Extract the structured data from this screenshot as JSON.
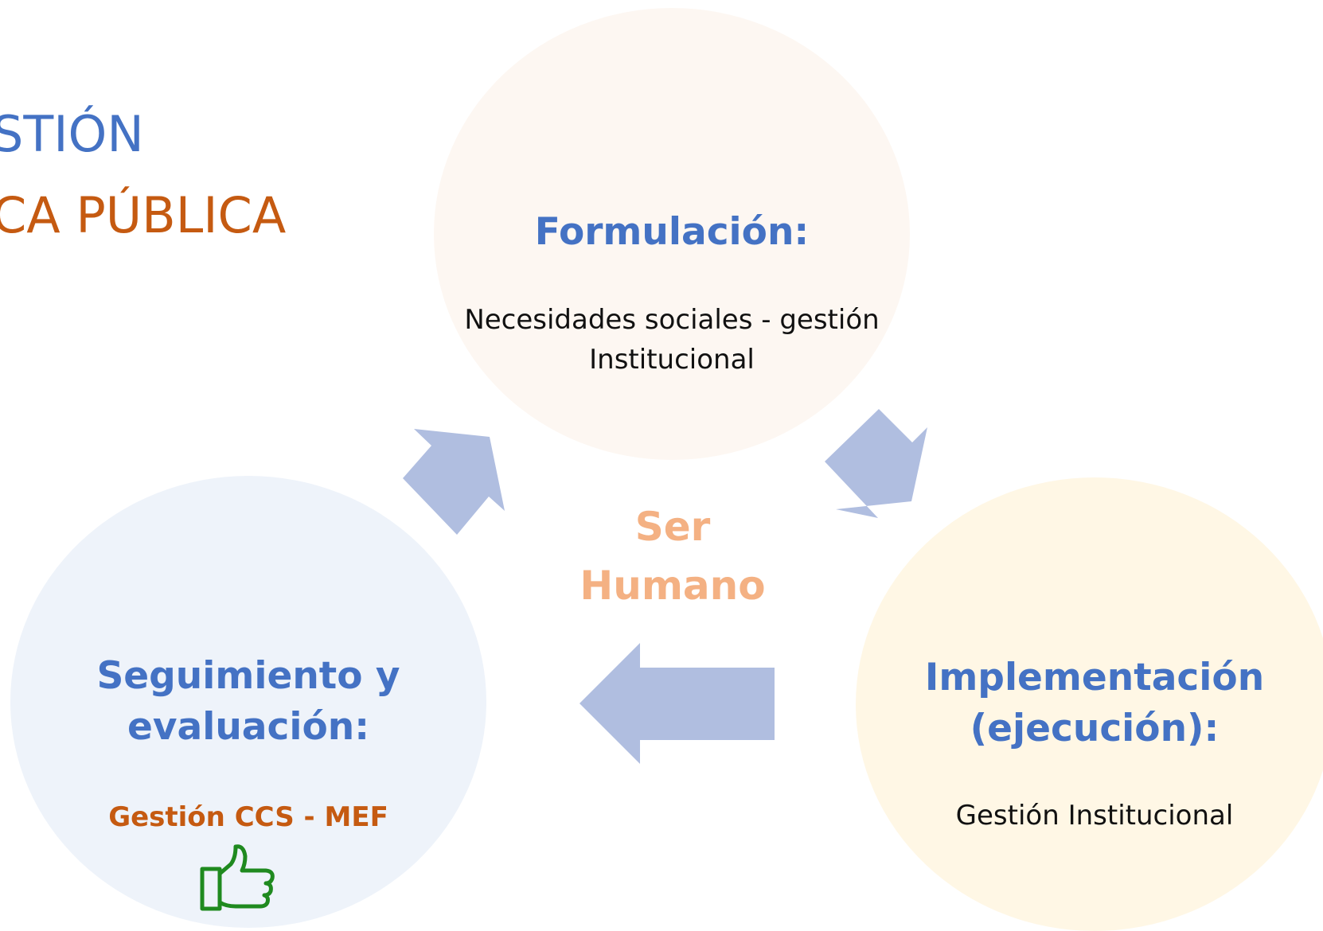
{
  "title": {
    "line1": "STIÓN",
    "line2": "CA PÚBLICA"
  },
  "center_label": {
    "line1": "Ser",
    "line2": "Humano"
  },
  "stages": {
    "formulacion": {
      "heading": "Formulación:",
      "description_line1": "Necesidades sociales - gestión",
      "description_line2": "Institucional"
    },
    "implementacion": {
      "heading_line1": "Implementación",
      "heading_line2": "(ejecución):",
      "description": "Gestión Institucional"
    },
    "seguimiento": {
      "heading_line1": "Seguimiento y",
      "heading_line2": "evaluación:",
      "description": "Gestión CCS - MEF",
      "icon": "thumbs-up-icon"
    }
  },
  "colors": {
    "title_blue": "#4472C4",
    "title_orange": "#C55A11",
    "arrow": "#B0BEE0",
    "center_label": "#F4B183",
    "thumbs_up": "#1F8A1F"
  }
}
